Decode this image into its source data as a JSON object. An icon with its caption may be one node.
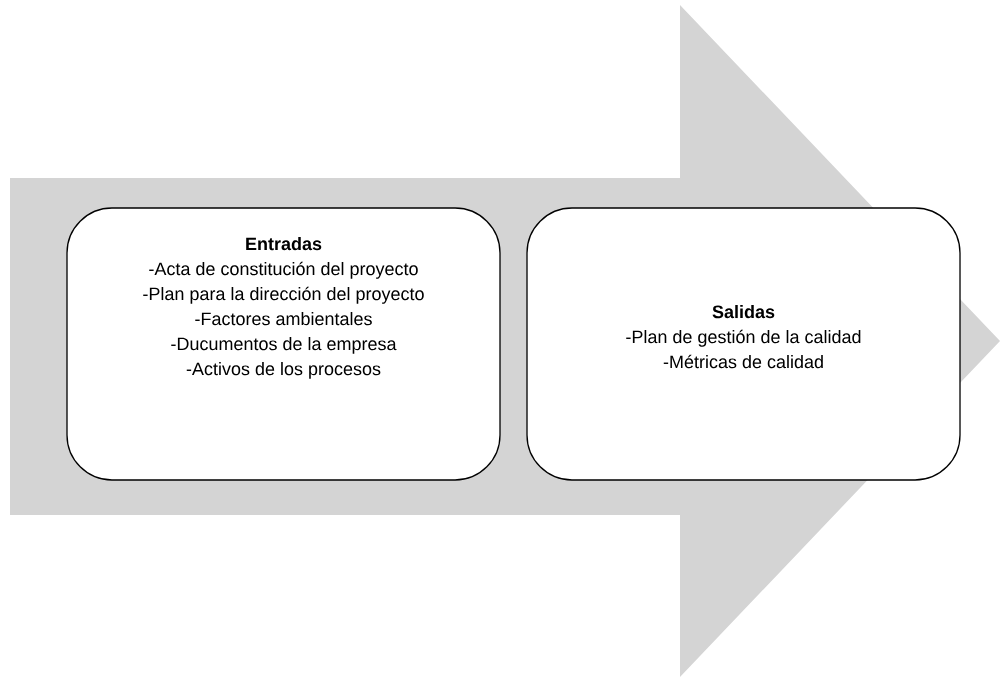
{
  "diagram": {
    "nodes": [
      {
        "text": [],
        "shape": "arrow"
      },
      {
        "text": [
          "Entradas",
          "-Acta de constitución del proyecto",
          "-Plan para la dirección del proyecto",
          "-Factores ambientales",
          "-Ducumentos de la empresa",
          "-Activos de los procesos"
        ],
        "in": 0
      },
      {
        "text": [
          "Salidas",
          "-Plan de gestión de la calidad",
          "-Métricas de calidad"
        ],
        "in": 0
      }
    ]
  }
}
